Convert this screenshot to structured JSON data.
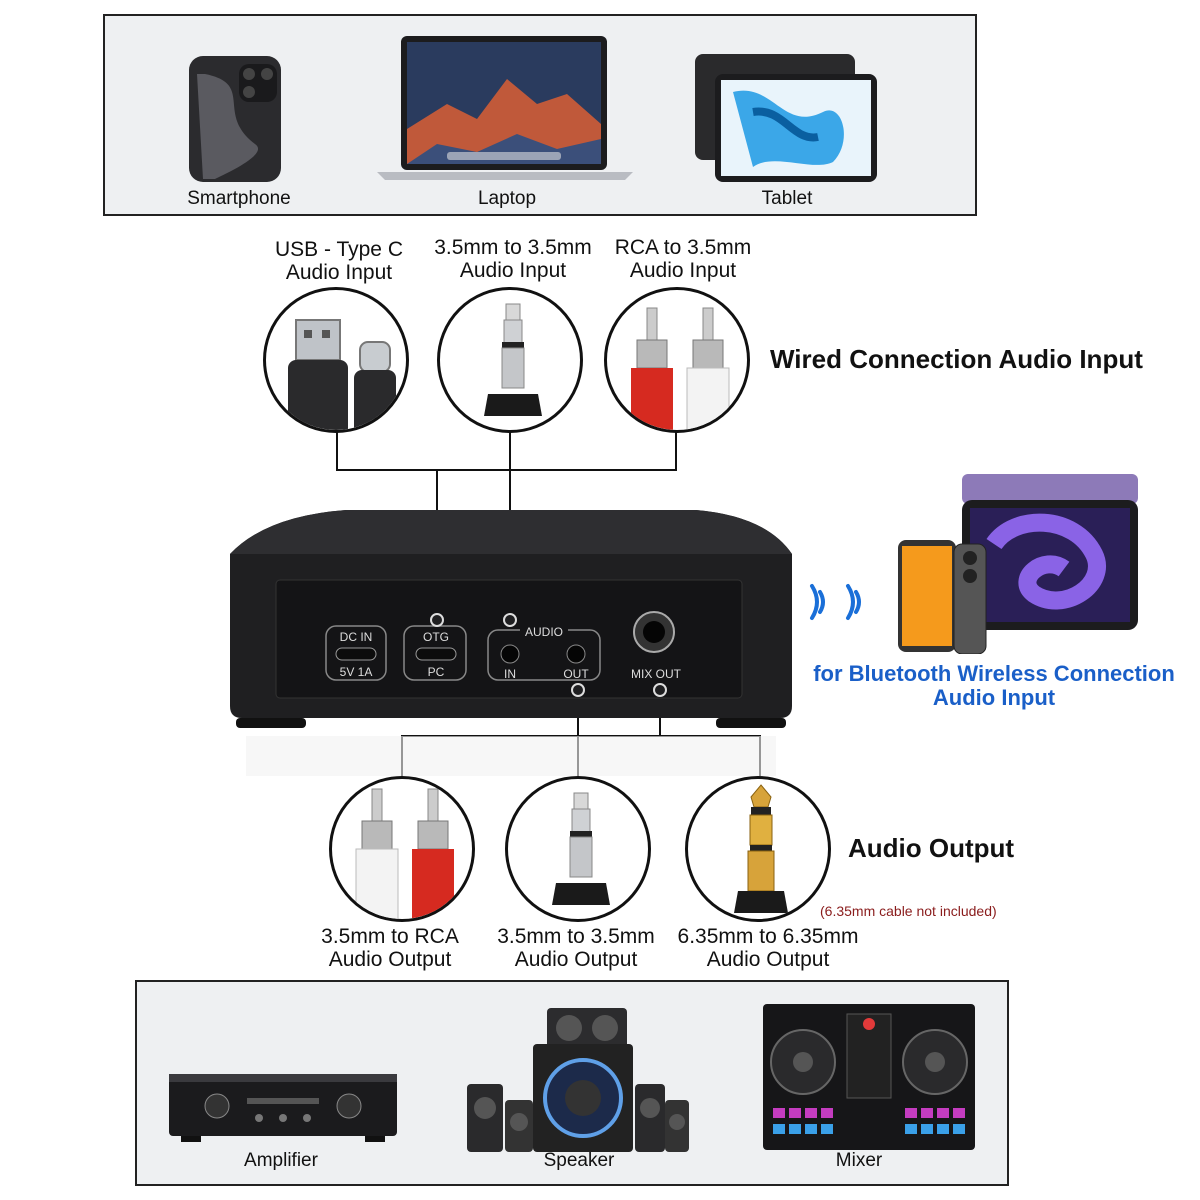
{
  "input_devices": [
    {
      "label": "Smartphone",
      "icon": "smartphone-icon"
    },
    {
      "label": "Laptop",
      "icon": "laptop-icon"
    },
    {
      "label": "Tablet",
      "icon": "tablet-icon"
    }
  ],
  "wired_inputs": [
    {
      "label_line1": "USB - Type C",
      "label_line2": "Audio Input",
      "icon": "usb-typec-connector-icon"
    },
    {
      "label_line1": "3.5mm to 3.5mm",
      "label_line2": "Audio Input",
      "icon": "mini-jack-plug-icon"
    },
    {
      "label_line1": "RCA to 3.5mm",
      "label_line2": "Audio Input",
      "icon": "rca-plugs-icon"
    }
  ],
  "wired_heading": "Wired Connection Audio Input",
  "device_panel": {
    "ports": {
      "dc_in": "DC IN",
      "dc_rating": "5V 1A",
      "otg": "OTG",
      "pc": "PC",
      "audio": "AUDIO",
      "in": "IN",
      "out": "OUT",
      "mix_out": "MIX OUT"
    }
  },
  "bluetooth": {
    "line1": "for Bluetooth Wireless Connection",
    "line2": "Audio Input",
    "icon": "bluetooth-signal-icon"
  },
  "outputs": [
    {
      "label_line1": "3.5mm to RCA",
      "label_line2": "Audio Output",
      "icon": "rca-plugs-icon"
    },
    {
      "label_line1": "3.5mm to 3.5mm",
      "label_line2": "Audio Output",
      "icon": "mini-jack-plug-icon"
    },
    {
      "label_line1": "6.35mm to 6.35mm",
      "label_line2": "Audio Output",
      "icon": "quarter-inch-jack-plug-icon"
    }
  ],
  "output_heading": "Audio Output",
  "output_note": "(6.35mm cable not included)",
  "output_devices": [
    {
      "label": "Amplifier",
      "icon": "amplifier-icon"
    },
    {
      "label": "Speaker",
      "icon": "speaker-icon"
    },
    {
      "label": "Mixer",
      "icon": "dj-mixer-icon"
    }
  ],
  "colors": {
    "bluetooth_text": "#1a5fc8",
    "note_text": "#8a1c1c",
    "panel_bg": "#eef0f2"
  }
}
